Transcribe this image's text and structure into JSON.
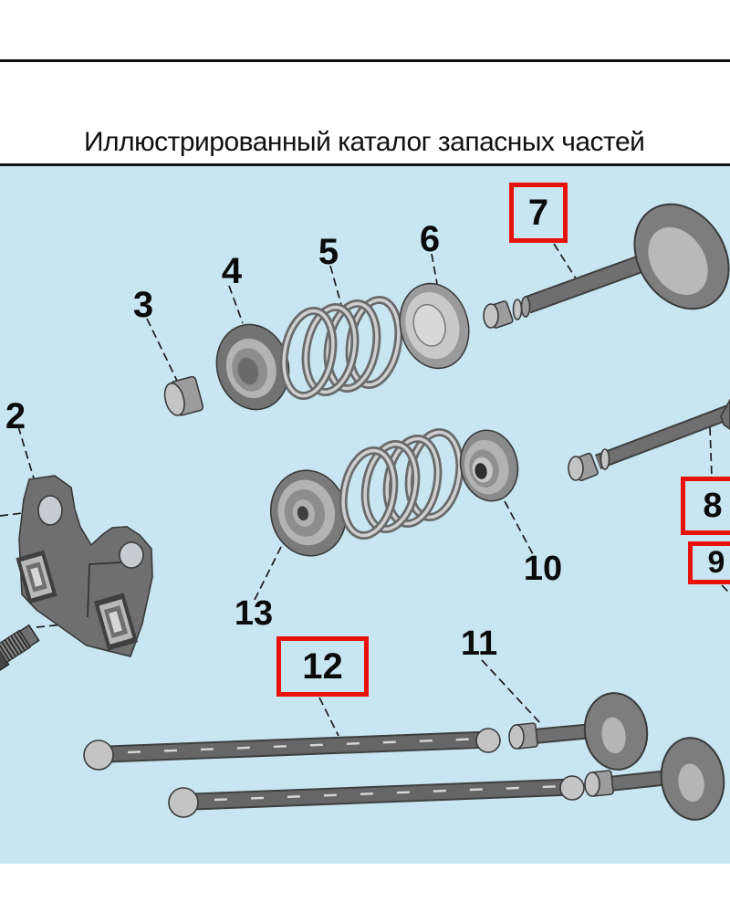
{
  "header": {
    "title": "Иллюстрированный каталог запасных частей"
  },
  "diagram": {
    "labels": {
      "l2": {
        "text": "2",
        "boxed": false
      },
      "l3": {
        "text": "3",
        "boxed": false
      },
      "l4": {
        "text": "4",
        "boxed": false
      },
      "l5": {
        "text": "5",
        "boxed": false
      },
      "l6": {
        "text": "6",
        "boxed": false
      },
      "l7": {
        "text": "7",
        "boxed": true
      },
      "l8": {
        "text": "8",
        "boxed": true
      },
      "l9": {
        "text": "9",
        "boxed": true
      },
      "l10": {
        "text": "10",
        "boxed": false
      },
      "l11": {
        "text": "11",
        "boxed": false
      },
      "l12": {
        "text": "12",
        "boxed": true
      },
      "l13": {
        "text": "13",
        "boxed": false
      }
    },
    "colors": {
      "background": "#c8e6f2",
      "highlight": "#e8120c",
      "part_dark": "#6f6f6f",
      "part_mid": "#9c9c9c",
      "part_light": "#c4c4c4",
      "outline": "#3a3a3a"
    }
  }
}
